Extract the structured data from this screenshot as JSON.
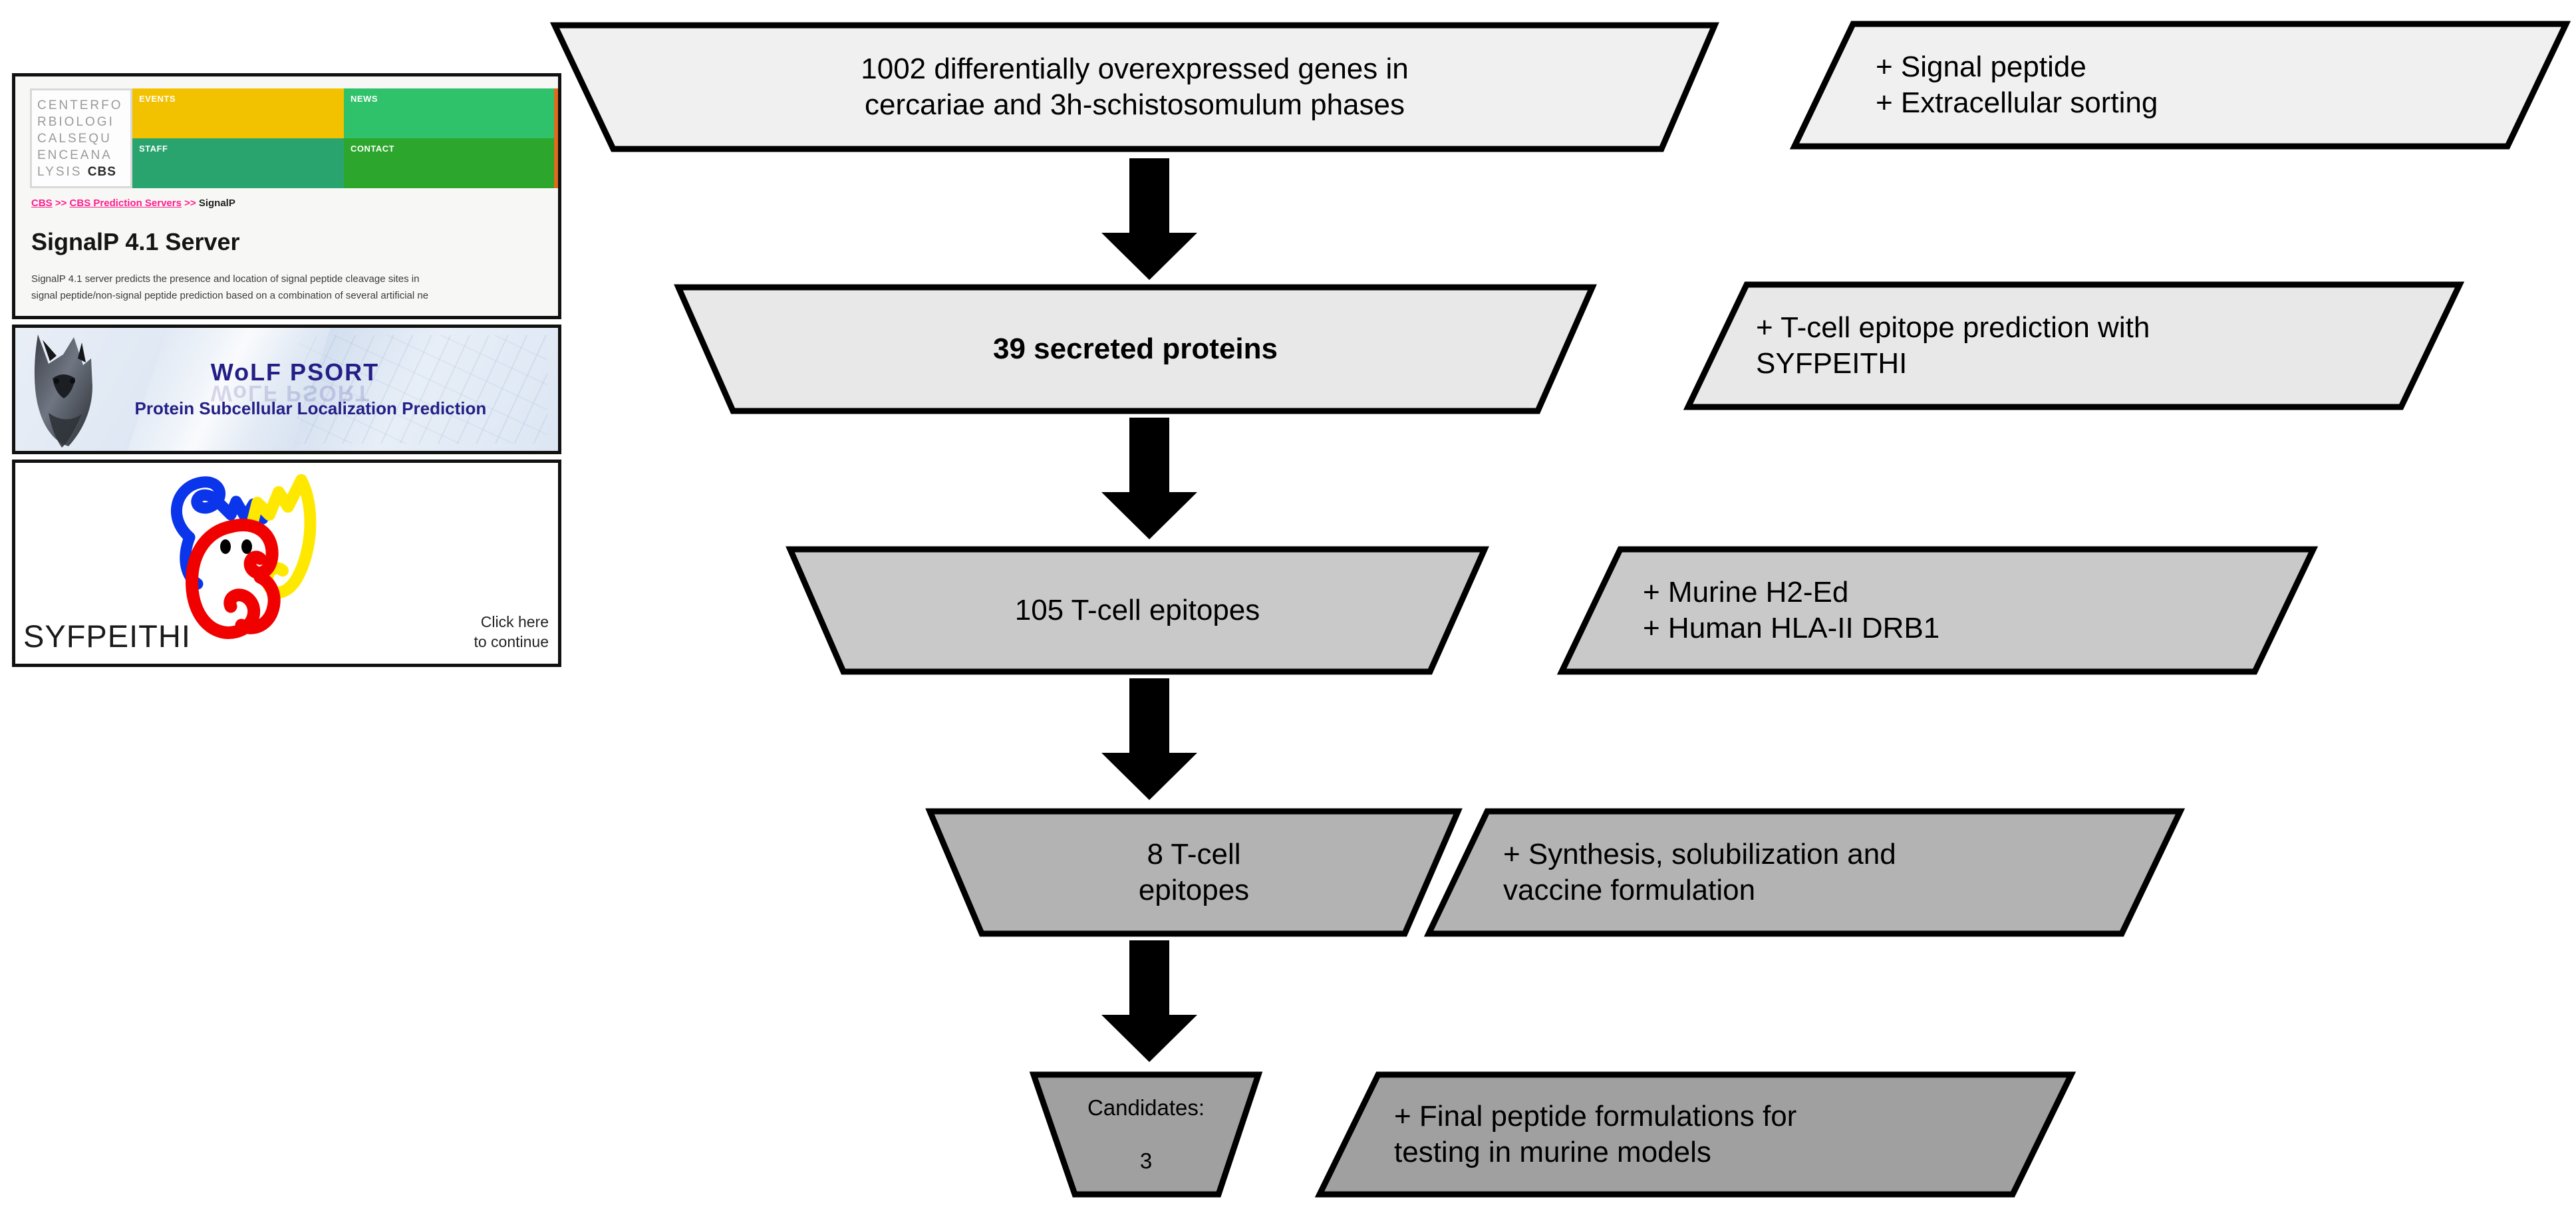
{
  "diagram": {
    "type": "flowchart",
    "title": "Vaccine candidate selection pipeline",
    "colors": {
      "fill_step1": "#f0f0f0",
      "fill_step2": "#e8e8e8",
      "fill_step3": "#c9c9c9",
      "fill_step4": "#b3b3b3",
      "fill_step5": "#a0a0a0",
      "stroke": "#000000",
      "arrow": "#000000"
    },
    "steps": [
      {
        "id": "step1",
        "label": "1002 differentially overexpressed genes in\ncercariae and 3h-schistosomulum phases",
        "value": 1002,
        "fill": "#f0f0f0"
      },
      {
        "id": "step2",
        "label": "39 secreted proteins",
        "value": 39,
        "fill": "#e8e8e8"
      },
      {
        "id": "step3",
        "label": "105 T-cell epitopes",
        "value": 105,
        "fill": "#c9c9c9"
      },
      {
        "id": "step4",
        "label": "8 T-cell\nepitopes",
        "value": 8,
        "fill": "#b3b3b3"
      },
      {
        "id": "step5",
        "label": "Candidates:\n\n3",
        "value": 3,
        "fill": "#a0a0a0"
      }
    ],
    "annotations": [
      {
        "id": "ann1",
        "label": "+ Signal peptide\n+ Extracellular sorting",
        "fill": "#f0f0f0"
      },
      {
        "id": "ann2",
        "label": "+ T-cell epitope prediction with\nSYFPEITHI",
        "fill": "#e8e8e8"
      },
      {
        "id": "ann3",
        "label": "+ Murine H2-Ed\n+ Human HLA-II DRB1",
        "fill": "#c9c9c9"
      },
      {
        "id": "ann4",
        "label": "+ Synthesis, solubilization and\nvaccine formulation",
        "fill": "#b3b3b3"
      },
      {
        "id": "ann5",
        "label": "+ Final peptide formulations for\ntesting in murine models",
        "fill": "#a0a0a0"
      }
    ]
  },
  "screenshots": {
    "signalp": {
      "logo_lines": [
        "CENTERFO",
        "RBIOLOGI",
        "CALSEQU",
        "ENCEANA",
        "LYSIS"
      ],
      "logo_mark": "CBS",
      "nav": [
        "EVENTS",
        "NEWS",
        "STAFF",
        "CONTACT"
      ],
      "breadcrumb_root": "CBS",
      "breadcrumb_sep": ">>",
      "breadcrumb_mid": "CBS Prediction Servers",
      "breadcrumb_leaf": "SignalP",
      "title": "SignalP 4.1 Server",
      "description": "SignalP 4.1 server predicts the presence and location of signal peptide cleavage sites in\nsignal peptide/non-signal peptide prediction based on a combination of several artificial ne"
    },
    "wolfpsort": {
      "title": "WoLF PSORT",
      "subtitle": "Protein Subcellular Localization Prediction"
    },
    "syfpeithi": {
      "wordmark": "SYFPEITHI",
      "click_line1": "Click here",
      "click_line2": "to continue"
    }
  }
}
